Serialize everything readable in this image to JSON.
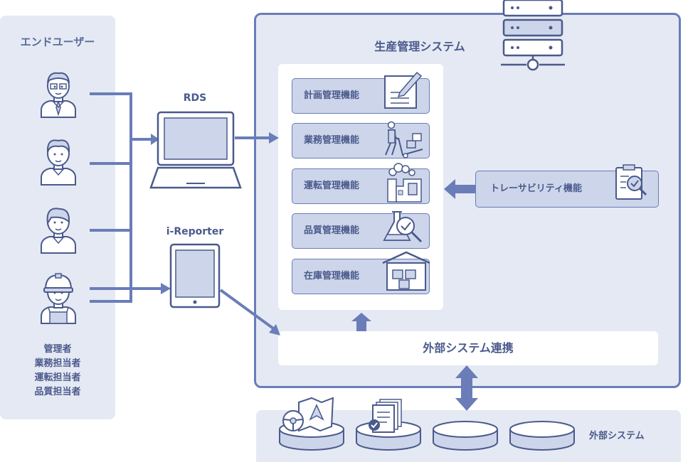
{
  "users": {
    "title": "エンドユーザー",
    "roles": [
      "管理者",
      "業務担当者",
      "運転担当者",
      "品質担当者"
    ]
  },
  "devices": {
    "rds": "RDS",
    "ireporter": "i-Reporter"
  },
  "system": {
    "title": "生産管理システム",
    "functions": [
      {
        "label": "計画管理機能",
        "icon": "clipboard-pen-icon"
      },
      {
        "label": "業務管理機能",
        "icon": "worker-cart-icon"
      },
      {
        "label": "運転管理機能",
        "icon": "factory-icon"
      },
      {
        "label": "品質管理機能",
        "icon": "flask-magnifier-icon"
      },
      {
        "label": "在庫管理機能",
        "icon": "warehouse-icon"
      }
    ],
    "traceability": "トレーサビリティ機能",
    "external_link": "外部システム連携"
  },
  "external": {
    "title": "外部システム"
  },
  "colors": {
    "accent": "#6a7db8",
    "panel": "#e5e9f3",
    "box": "#cdd5ea",
    "text": "#4a5a8c"
  }
}
